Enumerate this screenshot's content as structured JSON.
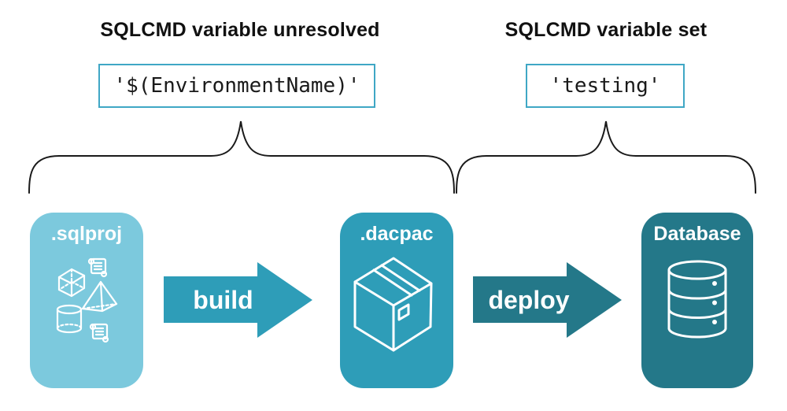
{
  "annotations": {
    "unresolved": {
      "title": "SQLCMD variable unresolved",
      "code": "'$(EnvironmentName)'"
    },
    "set": {
      "title": "SQLCMD variable set",
      "code": "'testing'"
    }
  },
  "stages": [
    {
      "label": ".sqlproj",
      "icon": "sql-objects-icon",
      "color": "#7cc9dd"
    },
    {
      "label": ".dacpac",
      "icon": "package-icon",
      "color": "#2e9db8"
    },
    {
      "label": "Database",
      "icon": "database-icon",
      "color": "#247889"
    }
  ],
  "arrows": [
    {
      "label": "build",
      "color": "#2e9db8"
    },
    {
      "label": "deploy",
      "color": "#247889"
    }
  ],
  "colors": {
    "background": "#ffffff",
    "code_box_border": "#3fa7c5",
    "brace": "#1a1a1a",
    "title_text": "#111111",
    "code_text": "#1a1a1a",
    "icon_stroke": "#ffffff"
  }
}
